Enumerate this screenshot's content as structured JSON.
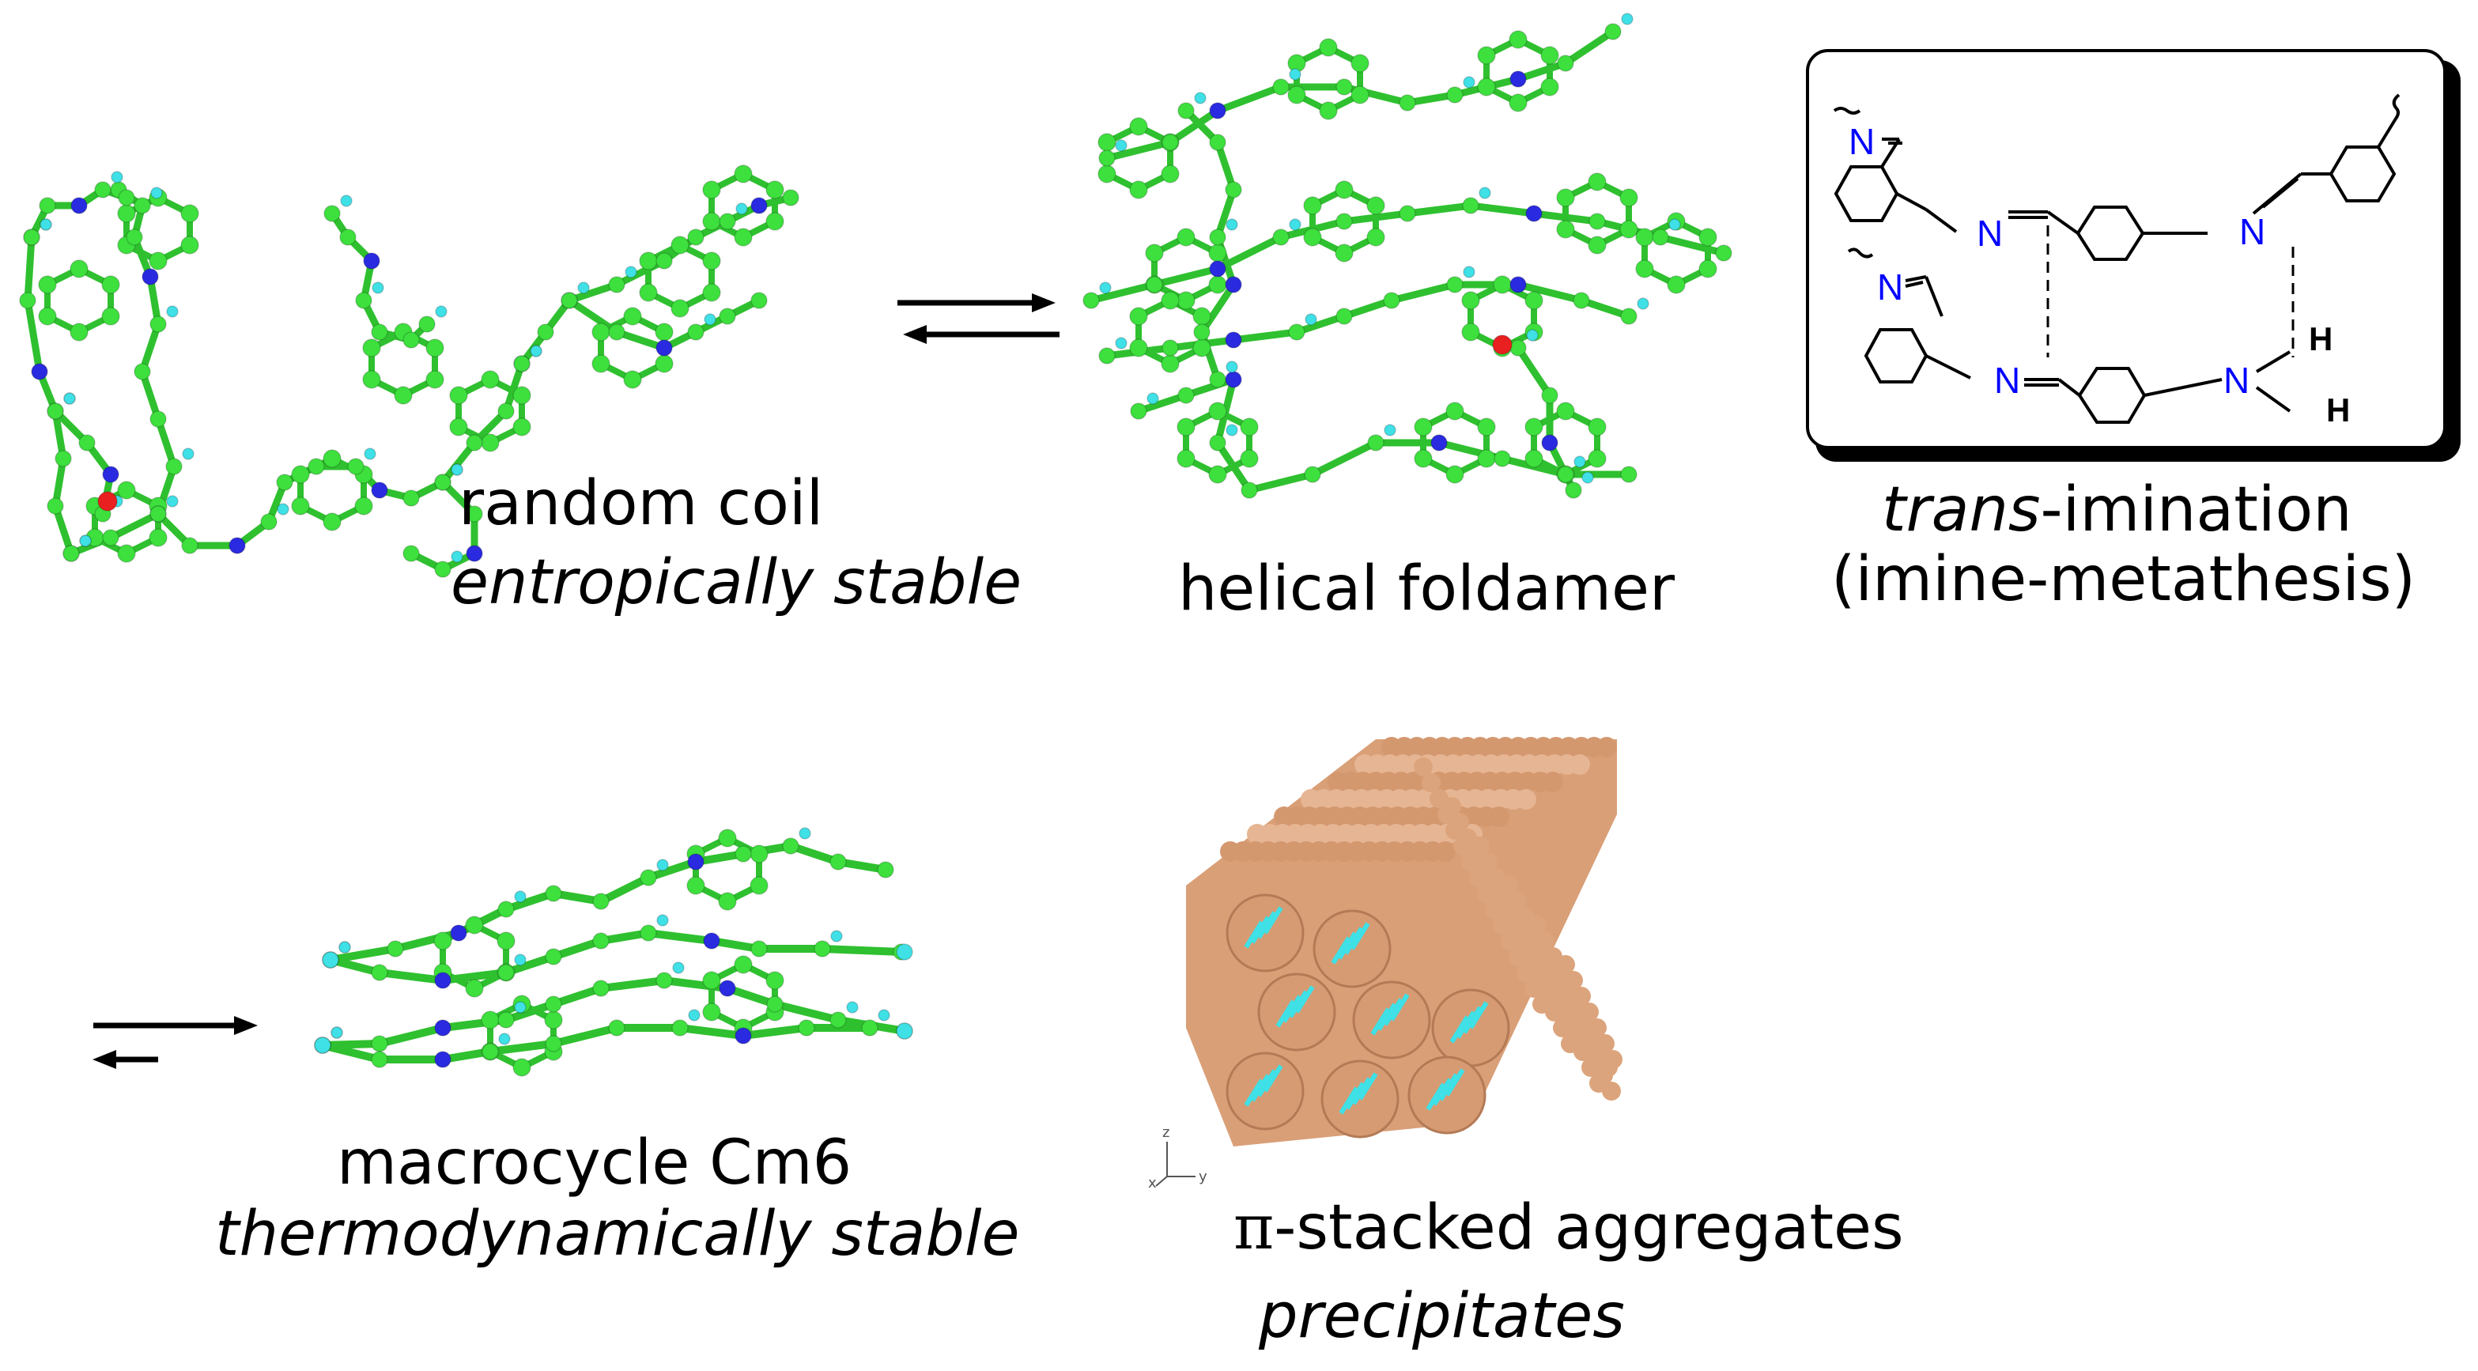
{
  "random_coil": {
    "title": "random coil",
    "subtitle": "entropically stable"
  },
  "foldamer": {
    "title": "helical foldamer"
  },
  "transimination": {
    "title_italic": "trans",
    "title_rest": "-imination",
    "subtitle": "(imine-metathesis)"
  },
  "chem_box": {
    "atom_N": "N",
    "atom_H": "H"
  },
  "macrocycle": {
    "title": "macrocycle Cm6",
    "subtitle": "thermodynamically stable"
  },
  "aggregates": {
    "title_symbol": "π",
    "title_rest": "-stacked aggregates",
    "subtitle": "precipitates"
  },
  "axes_triad": {
    "z": "z",
    "x": "x",
    "y": "y"
  },
  "colors": {
    "carbon": "#3de03d",
    "nitrogen": "#2a2ae0",
    "hydrogen": "#3fe0e6",
    "oxygen": "#e82020",
    "stack_tan": "#e0ad85",
    "chem_N": "#0000ff"
  }
}
